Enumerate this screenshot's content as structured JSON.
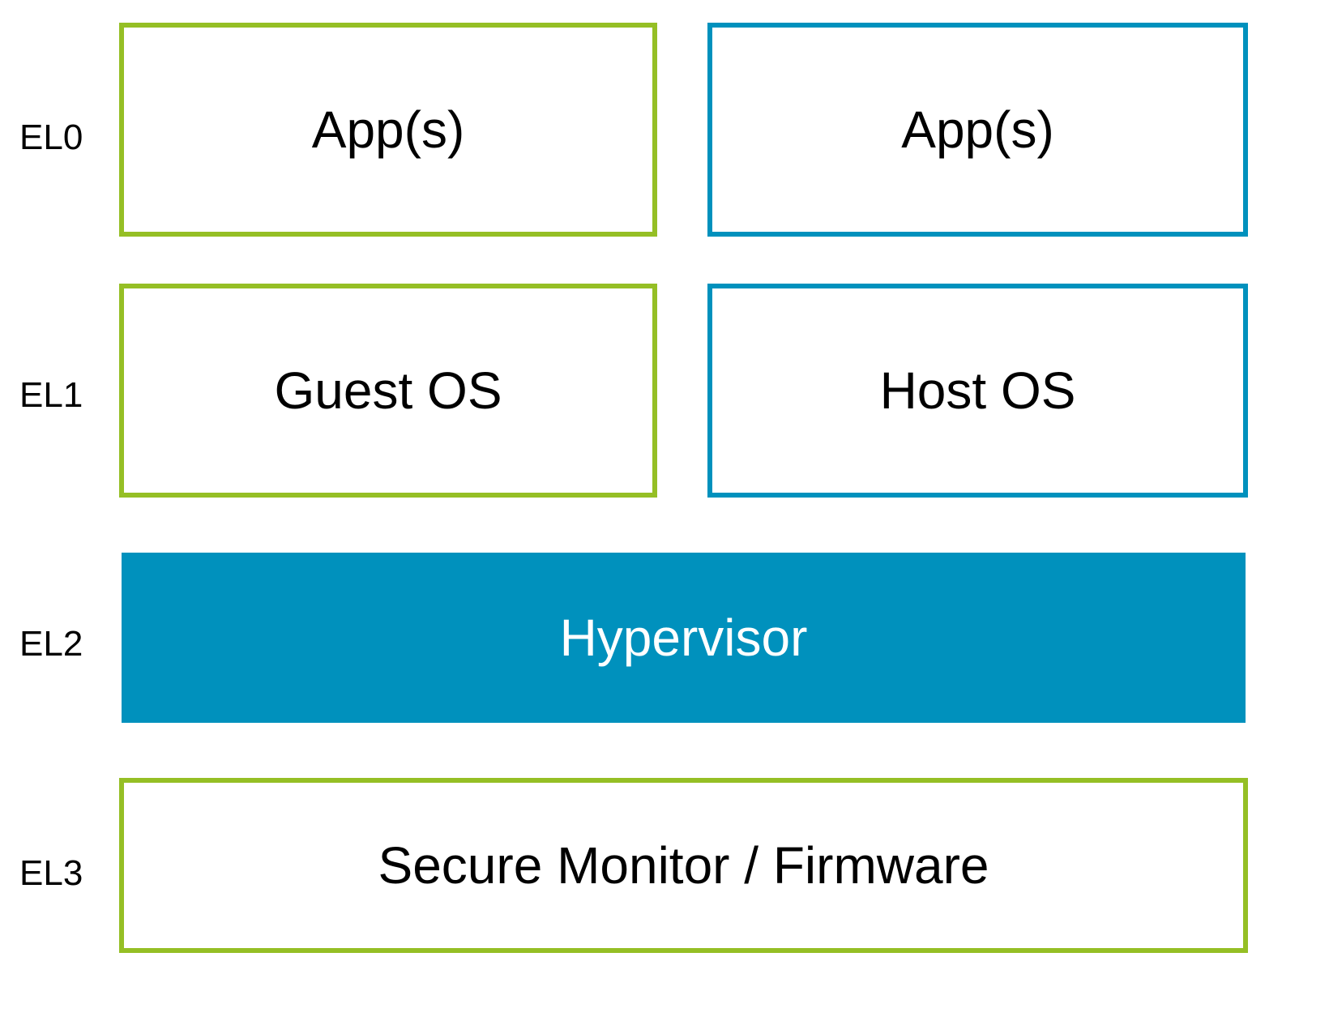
{
  "colors": {
    "guest_green": "#95BF25",
    "host_blue": "#0091BD",
    "hypervisor_fill": "#0091BD",
    "text": "#000000",
    "hypervisor_text": "#ffffff"
  },
  "levels": {
    "el0": "EL0",
    "el1": "EL1",
    "el2": "EL2",
    "el3": "EL3"
  },
  "boxes": {
    "guest_apps": "App(s)",
    "host_apps": "App(s)",
    "guest_os": "Guest OS",
    "host_os": "Host OS",
    "hypervisor": "Hypervisor",
    "secure_monitor": "Secure Monitor / Firmware"
  }
}
